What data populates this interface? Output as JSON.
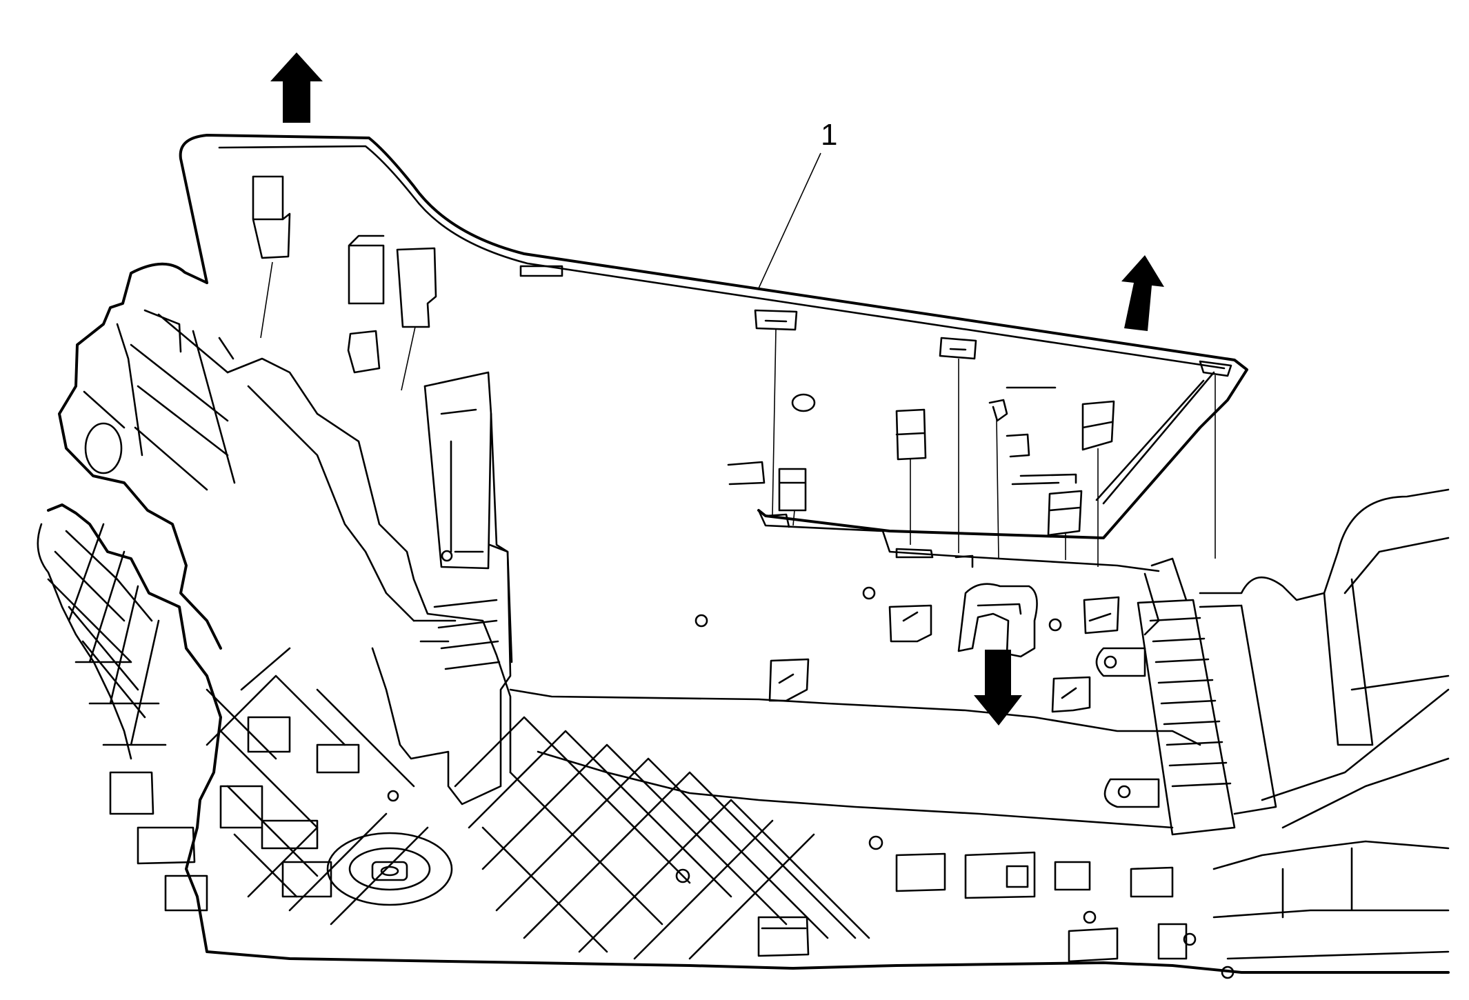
{
  "diagram": {
    "callouts": [
      {
        "id": "callout-1",
        "label": "1"
      }
    ],
    "arrows": [
      {
        "id": "arrow-left-up",
        "direction": "up"
      },
      {
        "id": "arrow-right-up",
        "direction": "up"
      },
      {
        "id": "arrow-center-down",
        "direction": "down"
      }
    ]
  },
  "colors": {
    "line": "#000000",
    "background": "#ffffff"
  }
}
